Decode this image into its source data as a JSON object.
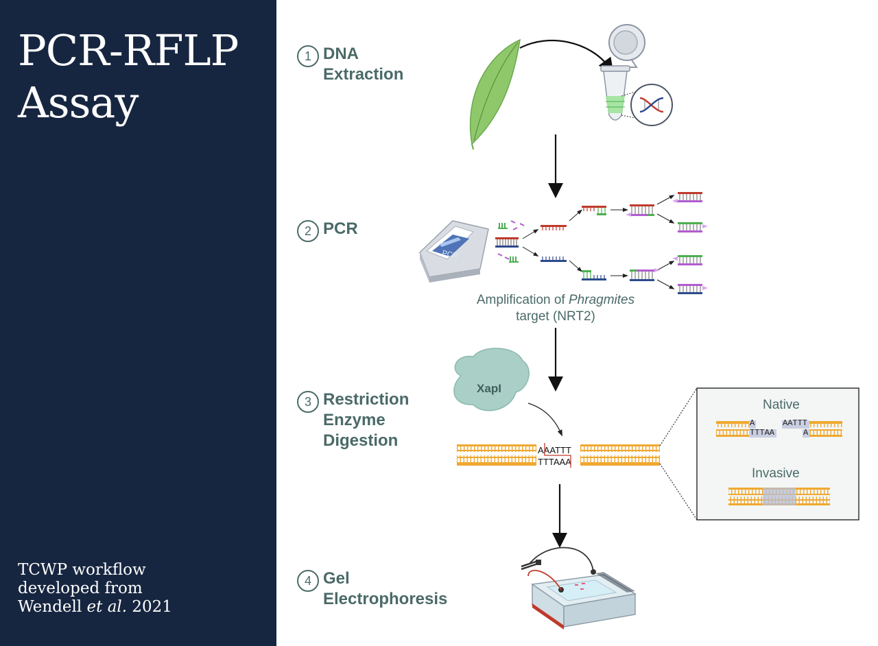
{
  "sidebar": {
    "title_line1": "PCR-RFLP",
    "title_line2": "Assay",
    "credit_line1": "TCWP workflow",
    "credit_line2": "developed from",
    "credit_prefix": "Wendell ",
    "credit_italic": "et al.",
    "credit_suffix": " 2021"
  },
  "steps": [
    {
      "number": "1",
      "label": "DNA\nExtraction"
    },
    {
      "number": "2",
      "label": "PCR"
    },
    {
      "number": "3",
      "label": "Restriction\nEnzyme\nDigestion"
    },
    {
      "number": "4",
      "label": "Gel\nElectrophoresis"
    }
  ],
  "pcr": {
    "machine_label": "PCR",
    "caption_prefix": "Amplification of ",
    "caption_italic": "Phragmites",
    "caption_line2": "target (NRT2)"
  },
  "digestion": {
    "enzyme": "XapI",
    "top_seq": "AAATTT",
    "bottom_seq": "TTTAAA"
  },
  "inset": {
    "native_label": "Native",
    "invasive_label": "Invasive",
    "native_left_top": "A",
    "native_left_bottom": "TTTAA",
    "native_right_top": "AATTT",
    "native_right_bottom": "A"
  },
  "colors": {
    "sidebar_bg": "#172640",
    "accent": "#4a6a67",
    "dna_orange": "#f0a830",
    "dna_red": "#c0392b",
    "dna_blue": "#2c4a8c",
    "dna_green": "#4caf50",
    "dna_purple": "#b05ccf",
    "leaf": "#8fc86a",
    "enzyme": "#a9cfc6"
  }
}
